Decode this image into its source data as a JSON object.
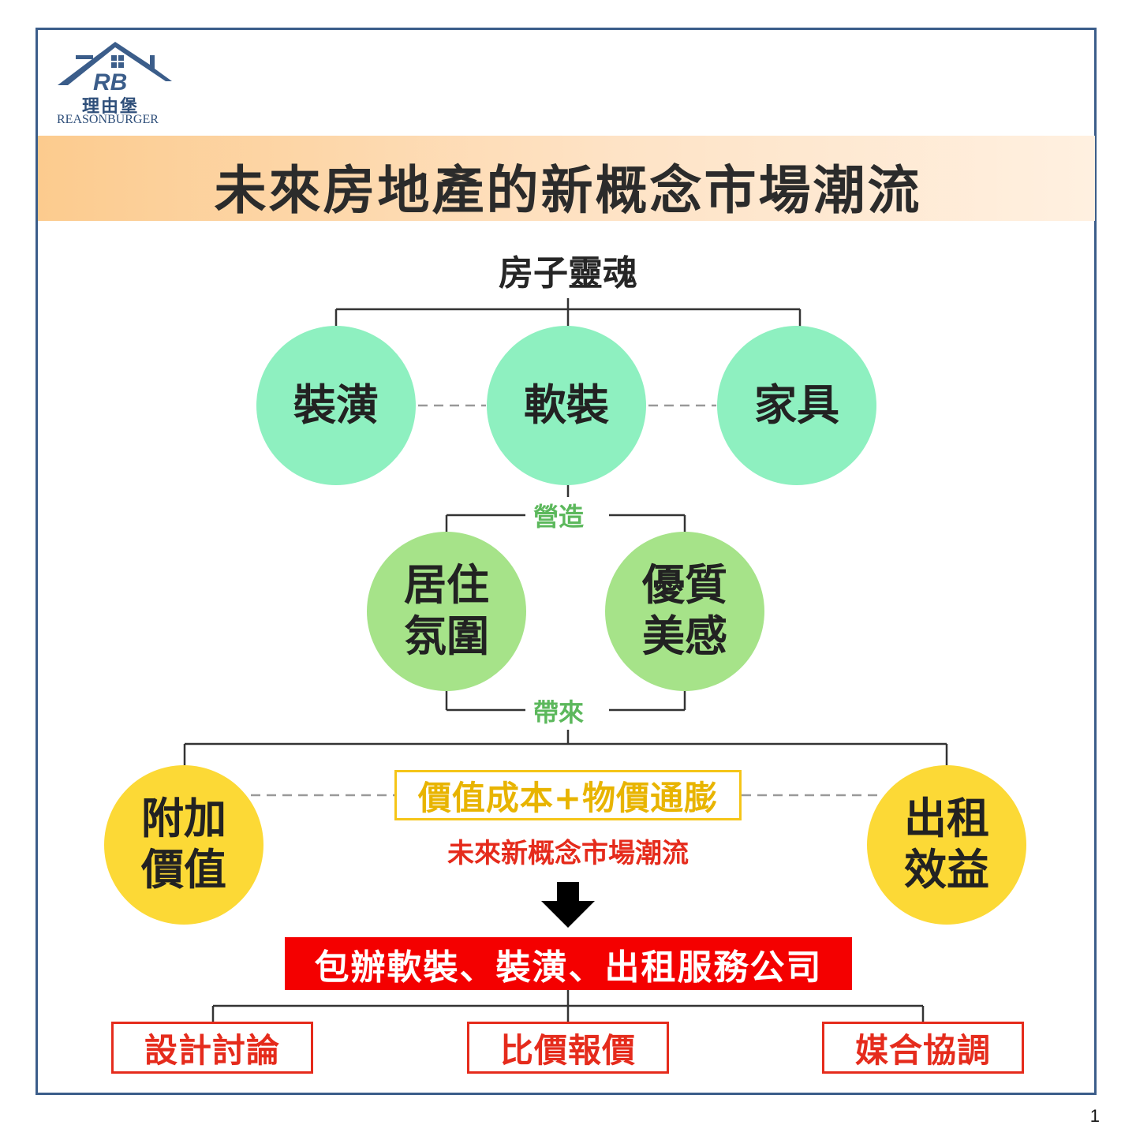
{
  "brand": {
    "mark": "RB",
    "name_cn": "理由堡",
    "name_en": "REASONBURGER"
  },
  "title": "未來房地產的新概念市場潮流",
  "root": "房子靈魂",
  "level1": [
    "裝潢",
    "軟裝",
    "家具"
  ],
  "connector1": "營造",
  "level2": [
    {
      "line1": "居住",
      "line2": "氛圍"
    },
    {
      "line1": "優質",
      "line2": "美感"
    }
  ],
  "connector2": "帶來",
  "level3": [
    {
      "line1": "附加",
      "line2": "價值"
    },
    {
      "line1": "出租",
      "line2": "效益"
    }
  ],
  "value_box": "價值成本+物價通膨",
  "trend_label": "未來新概念市場潮流",
  "service": "包辦軟裝、裝潢、出租服務公司",
  "sub_services": [
    "設計討論",
    "比價報價",
    "媒合協調"
  ],
  "page_number": "1",
  "colors": {
    "frame": "#3b5d8a",
    "mint": "#8ef0c0",
    "green": "#a6e389",
    "yellow": "#fcd936",
    "red": "#f40000",
    "connector_text": "#5cb85c"
  }
}
